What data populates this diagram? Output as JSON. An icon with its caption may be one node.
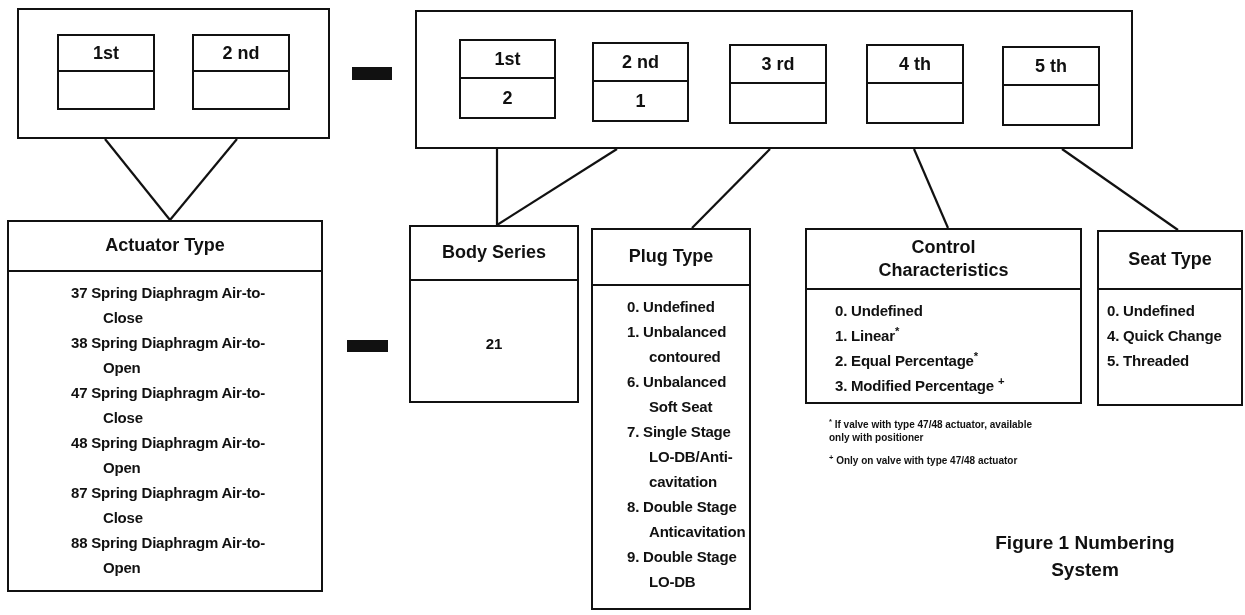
{
  "diagram": {
    "caption": "Figure 1 Numbering System",
    "nodes": [
      {
        "text": [],
        "shape": "box"
      },
      {
        "text": [
          "1st"
        ],
        "in": 0
      },
      {
        "text": [
          "2 nd"
        ],
        "in": 0
      },
      {
        "text": [],
        "shape": "box"
      },
      {
        "text": [
          "1st",
          "2"
        ],
        "in": 3
      },
      {
        "text": [
          "2 nd",
          "1"
        ],
        "in": 3
      },
      {
        "text": [
          "3 rd"
        ],
        "in": 3
      },
      {
        "text": [
          "4 th"
        ],
        "in": 3
      },
      {
        "text": [
          "5 th"
        ],
        "in": 3
      },
      {
        "text": [
          "Actuator Type",
          "37 Spring Diaphragm Air-to-Close",
          "38 Spring Diaphragm Air-to-Open",
          "47 Spring Diaphragm Air-to-Close",
          "48 Spring Diaphragm Air-to-Open",
          "87 Spring Diaphragm Air-to-Close",
          "88 Spring Diaphragm Air-to-Open"
        ]
      },
      {
        "text": [
          "Body Series",
          "21"
        ]
      },
      {
        "text": [
          "Plug Type",
          "0. Undefined",
          "1. Unbalanced contoured",
          "6. Unbalanced Soft Seat",
          "7. Single Stage LO-DB/Anti-cavitation",
          "8. Double Stage Anticavitation",
          "9. Double Stage LO-DB"
        ]
      },
      {
        "text": [
          "Control Characteristics",
          "0. Undefined",
          "1. Linear$^{*}$",
          "2. Equal Percentage$^{*}$",
          "3. Modified Percentage $^{+}$"
        ],
        "beside": [
          "$^{*}$ If valve with type 47/48 actuator, available only with positioner",
          "$^{+}$ Only on valve with type 47/48 actuator"
        ]
      },
      {
        "text": [
          "Seat Type",
          "0. Undefined",
          "4. Quick Change",
          "5. Threaded"
        ]
      }
    ],
    "edges": [
      {
        "from": 0,
        "to": 9,
        "arrow": "none"
      },
      {
        "from": 0,
        "to": 9,
        "arrow": "none"
      },
      {
        "from": 3,
        "to": 10,
        "arrow": "none"
      },
      {
        "from": 3,
        "to": 10,
        "arrow": "none"
      },
      {
        "from": 3,
        "to": 11,
        "arrow": "none"
      },
      {
        "from": 3,
        "to": 12,
        "arrow": "none"
      },
      {
        "from": 3,
        "to": 13,
        "arrow": "none"
      }
    ]
  }
}
